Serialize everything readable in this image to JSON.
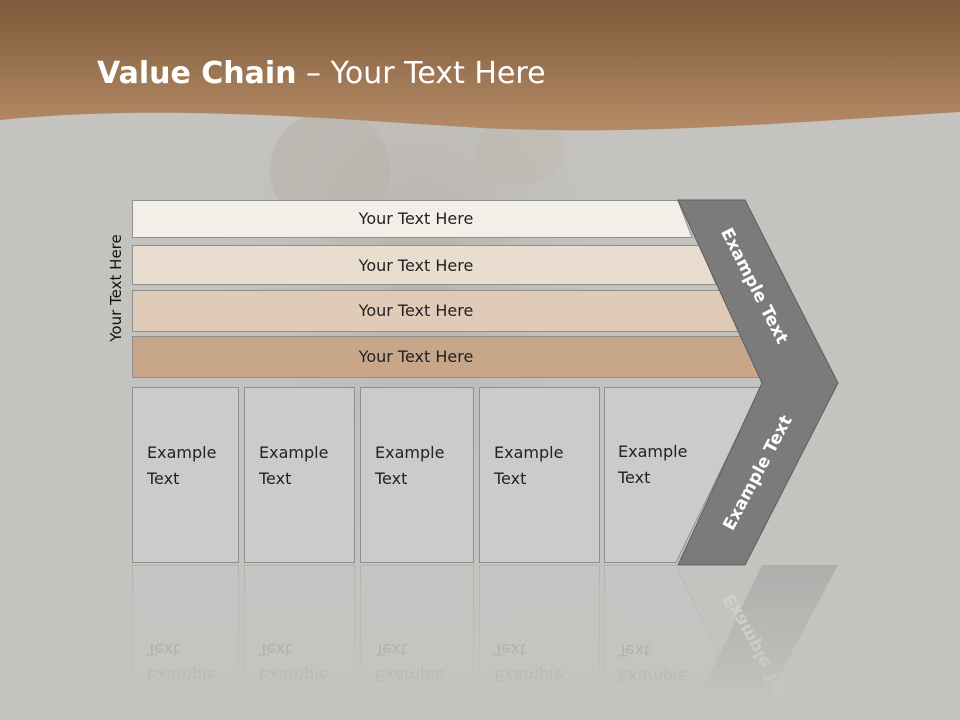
{
  "title": {
    "bold": "Value Chain",
    "rest": " – Your Text Here"
  },
  "side_label": "Your Text Here",
  "bars": [
    {
      "label": "Your Text Here",
      "color": "#f2efe9"
    },
    {
      "label": "Your Text Here",
      "color": "#e9ddd0"
    },
    {
      "label": "Your Text Here",
      "color": "#dfcbb7"
    },
    {
      "label": "Your Text Here",
      "color": "#c7a68a"
    }
  ],
  "cells": [
    {
      "label": "Example\nText"
    },
    {
      "label": "Example\nText"
    },
    {
      "label": "Example\nText"
    },
    {
      "label": "Example\nText"
    },
    {
      "label": "Example\nText"
    }
  ],
  "chevron": {
    "top_label": "Example Text",
    "bottom_label": "Example Text",
    "color": "#7b7b7b"
  },
  "colors": {
    "header": "#9c7048",
    "background": "#c4c3c0"
  }
}
